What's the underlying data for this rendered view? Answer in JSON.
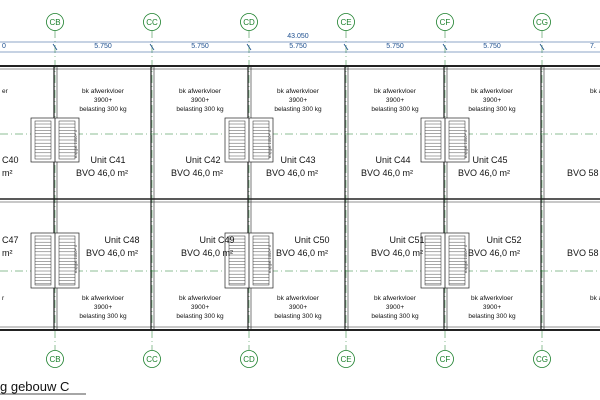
{
  "grid_columns": [
    "CB",
    "CC",
    "CD",
    "CE",
    "CF",
    "CG"
  ],
  "dimension": {
    "total": "43.050",
    "bays": [
      "5.750",
      "5.750",
      "5.750",
      "5.750",
      "5.750"
    ],
    "left_partial": "0",
    "right_partial": "7."
  },
  "floor_note": {
    "line1": "bk afwerkvloer",
    "line2": "3900+",
    "line3": "belasting 300 kg"
  },
  "top_row_units": [
    {
      "name": "C40",
      "area": "",
      "partial": true
    },
    {
      "name": "Unit C41",
      "area": "BVO 46,0 m²"
    },
    {
      "name": "Unit C42",
      "area": "BVO 46,0 m²"
    },
    {
      "name": "Unit C43",
      "area": "BVO 46,0 m²"
    },
    {
      "name": "Unit C44",
      "area": "BVO 46,0 m²"
    },
    {
      "name": "Unit C45",
      "area": "BVO 46,0 m²"
    },
    {
      "name": "",
      "area": "BVO 58",
      "partial": true
    }
  ],
  "bottom_row_units": [
    {
      "name": "C47",
      "area": "",
      "partial": true
    },
    {
      "name": "Unit C48",
      "area": "BVO 46,0 m²"
    },
    {
      "name": "Unit C49",
      "area": "BVO 46,0 m²"
    },
    {
      "name": "Unit C50",
      "area": "BVO 46,0 m²"
    },
    {
      "name": "Unit C51",
      "area": "BVO 46,0 m²"
    },
    {
      "name": "Unit C52",
      "area": "BVO 46,0 m²"
    },
    {
      "name": "",
      "area": "BVO 58",
      "partial": true
    }
  ],
  "partial_left_text": {
    "top_area": "m²",
    "bottom_area": "m²",
    "top_note": "er",
    "bottom_note": "r"
  },
  "stair_label": "trapgat 1000+ #",
  "caption": "g gebouw C",
  "colors": {
    "grid": "#1a7f2a",
    "dimension": "#1d4f8f",
    "wall": "#222222"
  }
}
